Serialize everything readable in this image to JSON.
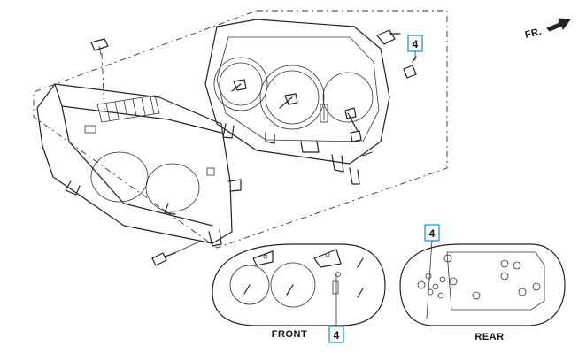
{
  "callouts": [
    {
      "id": "callout-top",
      "text": "4"
    },
    {
      "id": "callout-rear",
      "text": "4"
    },
    {
      "id": "callout-front",
      "text": "4"
    }
  ],
  "labels": {
    "front": "FRONT",
    "rear": "REAR",
    "direction": "FR."
  },
  "colors": {
    "line": "#222222",
    "callout_border": "#39a6d8",
    "background": "#ffffff"
  }
}
